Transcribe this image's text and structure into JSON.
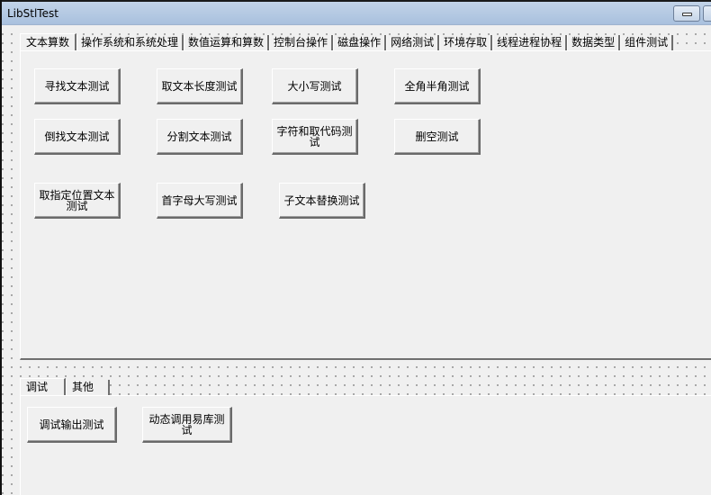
{
  "window": {
    "title": "LibStlTest",
    "minimize_label": "",
    "maximize_label": ""
  },
  "top_tabs": {
    "items": [
      {
        "label": "文本算数",
        "active": true
      },
      {
        "label": "操作系统和系统处理"
      },
      {
        "label": "数值运算和算数"
      },
      {
        "label": "控制台操作"
      },
      {
        "label": "磁盘操作"
      },
      {
        "label": "网络测试"
      },
      {
        "label": "环境存取"
      },
      {
        "label": "线程进程协程"
      },
      {
        "label": "数据类型"
      },
      {
        "label": "组件测试"
      }
    ],
    "buttons": [
      {
        "label": "寻找文本测试"
      },
      {
        "label": "取文本长度测试"
      },
      {
        "label": "大小写测试"
      },
      {
        "label": "全角半角测试"
      },
      {
        "label": "倒找文本测试"
      },
      {
        "label": "分割文本测试"
      },
      {
        "label": "字符和取代码测试"
      },
      {
        "label": "删空测试"
      },
      {
        "label": "取指定位置文本测试"
      },
      {
        "label": "首字母大写测试"
      },
      {
        "label": "子文本替换测试"
      }
    ]
  },
  "bottom_tabs": {
    "items": [
      {
        "label": "调试",
        "active": true
      },
      {
        "label": "其他"
      }
    ],
    "buttons": [
      {
        "label": "调试输出测试"
      },
      {
        "label": "动态调用易库测试"
      }
    ]
  }
}
